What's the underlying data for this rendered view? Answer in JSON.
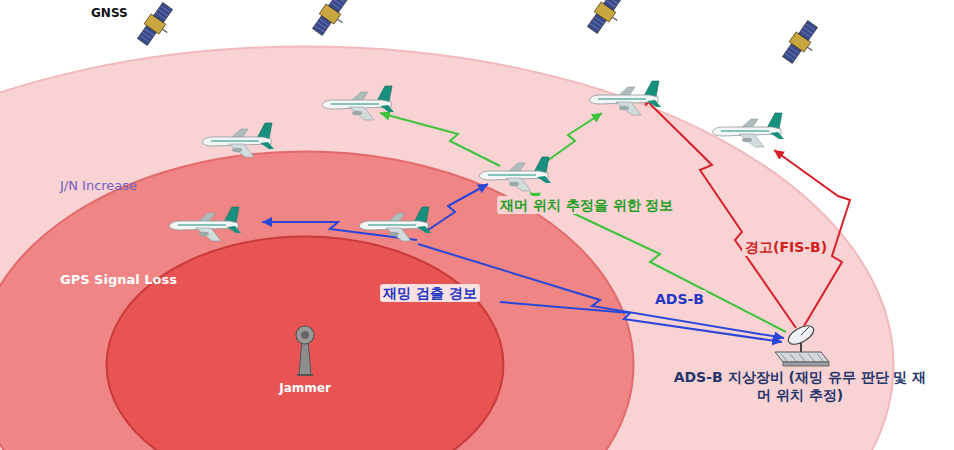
{
  "diagram": {
    "nodes": [
      {
        "text": [
          "J/N Increase"
        ]
      },
      {
        "text": [
          "GPS Signal Loss"
        ],
        "in": 0
      },
      {
        "text": [
          "Jammer"
        ],
        "in": 1
      },
      {
        "text": [
          "ADS-B 지상장비 (재밍 유무 판단 및 재머 위치 추정)"
        ]
      }
    ],
    "labels": [
      "GNSS",
      "재머 위치 추정을 위한 정보",
      "재밍 검출 경보",
      "ADS-B",
      "경고(FIS-B)"
    ]
  }
}
